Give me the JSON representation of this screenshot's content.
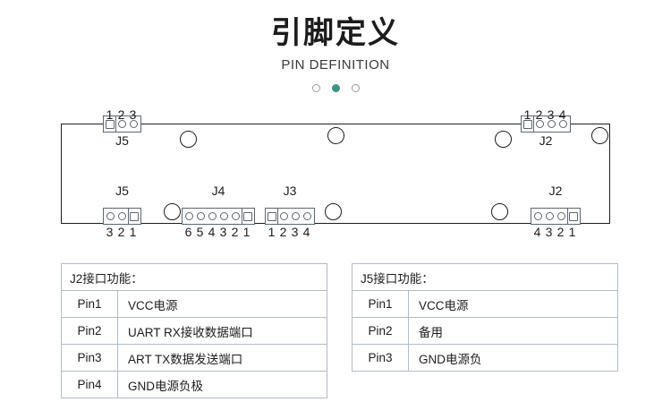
{
  "header": {
    "title_cn": "引脚定义",
    "title_en": "PIN DEFINITION",
    "dots": [
      {
        "name": "dot-1",
        "active": false
      },
      {
        "name": "dot-2",
        "active": true
      },
      {
        "name": "dot-3",
        "active": false
      }
    ],
    "accent_color": "#3f9480"
  },
  "board": {
    "outline_color": "#1d1d1d",
    "connector_color": "#5c6670",
    "connectors": {
      "top_j5": {
        "label": "J5",
        "pins": "1 2 3",
        "pin_count": 3
      },
      "top_j2": {
        "label": "J2",
        "pins": "1 2 3 4",
        "pin_count": 4
      },
      "bottom_j5": {
        "label": "J5",
        "pins": "3 2 1",
        "pin_count": 3
      },
      "bottom_j4": {
        "label": "J4",
        "pins": "6 5 4 3 2 1",
        "pin_count": 6
      },
      "bottom_j3": {
        "label": "J3",
        "pins": "1 2 3 4",
        "pin_count": 4
      },
      "bottom_j2": {
        "label": "J2",
        "pins": "4 3 2 1",
        "pin_count": 4
      }
    }
  },
  "tables": {
    "j2": {
      "title": "J2接口功能：",
      "rows": [
        {
          "pin": "Pin1",
          "desc": "VCC电源"
        },
        {
          "pin": "Pin2",
          "desc": "UART  RX接收数据端口"
        },
        {
          "pin": "Pin3",
          "desc": "ART  TX数据发送端口"
        },
        {
          "pin": "Pin4",
          "desc": "GND电源负极"
        }
      ]
    },
    "j5": {
      "title": "J5接口功能：",
      "rows": [
        {
          "pin": "Pin1",
          "desc": "VCC电源"
        },
        {
          "pin": "Pin2",
          "desc": "备用"
        },
        {
          "pin": "Pin3",
          "desc": "GND电源负"
        }
      ]
    }
  }
}
